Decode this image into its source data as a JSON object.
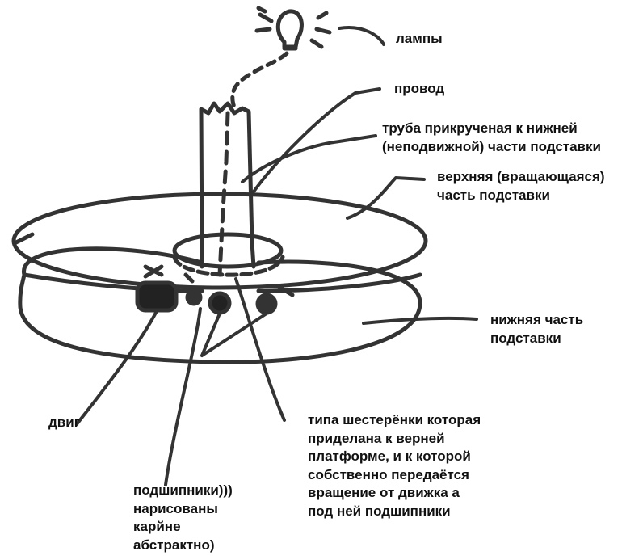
{
  "labels": {
    "lamps": [
      "лампы"
    ],
    "wire": [
      "провод"
    ],
    "pipe": [
      "труба прикрученая к нижней",
      "(неподвижной) части подставки"
    ],
    "upper": [
      "верхняя (вращающаяся)",
      "часть подставки"
    ],
    "lower": [
      "нижняя часть",
      "подставки"
    ],
    "motor": [
      "двиг"
    ],
    "bearings": [
      "подшипники)))",
      "нарисованы",
      "карйне",
      "абстрактно)"
    ],
    "gear": [
      "типа шестерёнки которая",
      "приделана к верней",
      "платформе, и к которой",
      "собственно передаётся",
      "вращение от движка а",
      "под ней подшипники"
    ]
  },
  "colors": {
    "stroke": "#333333",
    "text": "#111111"
  }
}
